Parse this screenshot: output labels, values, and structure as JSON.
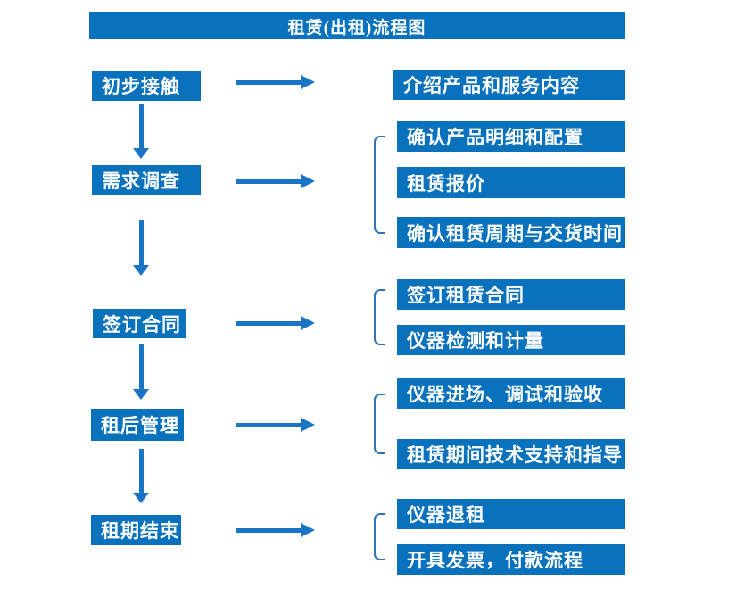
{
  "title": "租赁(出租)流程图",
  "colors": {
    "box_blue": "#0a71bd",
    "arrow_blue": "#1a74c6",
    "bracket_blue": "#2e74b8",
    "text": "#ffffff",
    "background": "#ffffff"
  },
  "steps": [
    {
      "id": "initial-contact",
      "label": "初步接触",
      "details": [
        "介绍产品和服务内容"
      ]
    },
    {
      "id": "demand-survey",
      "label": "需求调查",
      "details": [
        "确认产品明细和配置",
        "租赁报价",
        "确认租赁周期与交货时间"
      ]
    },
    {
      "id": "sign-contract",
      "label": "签订合同",
      "details": [
        "签订租赁合同",
        "仪器检测和计量"
      ]
    },
    {
      "id": "post-rental",
      "label": "租后管理",
      "details": [
        "仪器进场、调试和验收",
        "租赁期间技术支持和指导"
      ]
    },
    {
      "id": "rental-end",
      "label": "租期结束",
      "details": [
        "仪器退租",
        "开具发票，付款流程"
      ]
    }
  ]
}
